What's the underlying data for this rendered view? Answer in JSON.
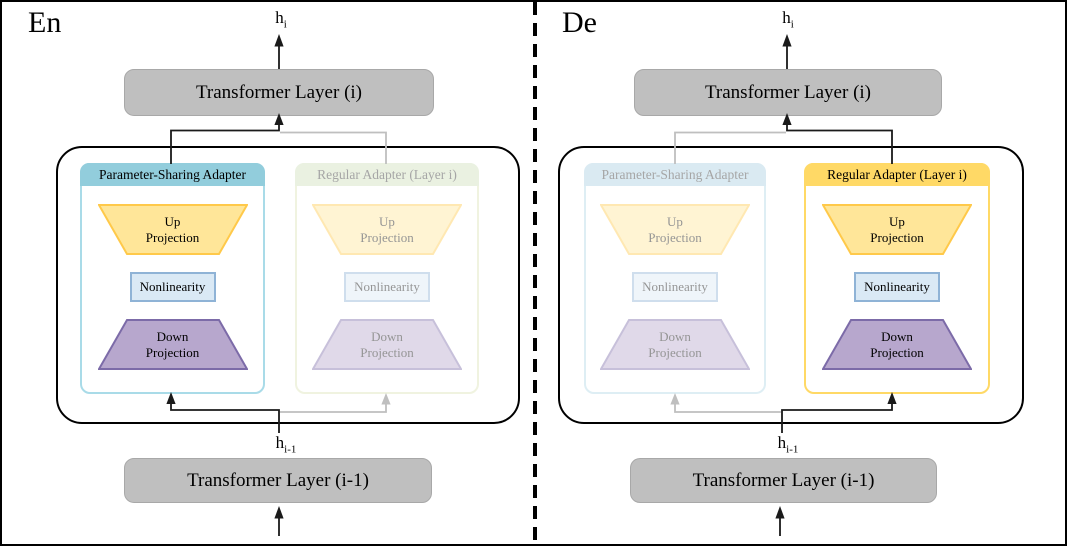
{
  "panels": [
    {
      "label": "En",
      "output_var": "h",
      "output_sub": "i",
      "transformer_top": "Transformer Layer (i)",
      "input_var": "h",
      "input_sub": "i-1",
      "transformer_bottom": "Transformer Layer (i-1)",
      "adapters": [
        {
          "title": "Parameter-Sharing Adapter",
          "state": "active"
        },
        {
          "title": "Regular Adapter (Layer i)",
          "state": "inactive"
        }
      ]
    },
    {
      "label": "De",
      "output_var": "h",
      "output_sub": "i",
      "transformer_top": "Transformer Layer (i)",
      "input_var": "h",
      "input_sub": "i-1",
      "transformer_bottom": "Transformer Layer (i-1)",
      "adapters": [
        {
          "title": "Parameter-Sharing Adapter",
          "state": "inactive"
        },
        {
          "title": "Regular Adapter (Layer i)",
          "state": "active"
        }
      ]
    }
  ],
  "components": {
    "up_line1": "Up",
    "up_line2": "Projection",
    "nonlinearity": "Nonlinearity",
    "down_line1": "Down",
    "down_line2": "Projection"
  },
  "colors": {
    "header-teal": "#92CDDC",
    "header-gold": "#FFD966",
    "header-faded-green": "#EAF1E1",
    "header-faded-blue": "#DAEAF2",
    "faded-text": "#A6A6A6",
    "border-teal": "#A9DBE8",
    "border-gold": "#FFD966",
    "border-faded-green": "#F0F3E0",
    "border-faded-blue": "#DEEEF4",
    "up-fill": "#FFE699",
    "up-stroke": "#FFC94A",
    "nl-fill": "#DAE9F5",
    "nl-stroke": "#8FB3D6",
    "down-fill": "#B7A7CD",
    "down-stroke": "#7C6BA8",
    "box-gray": "#BFBFBF",
    "line-gray": "#BFBFBF",
    "line-black": "#1A1A1A"
  }
}
